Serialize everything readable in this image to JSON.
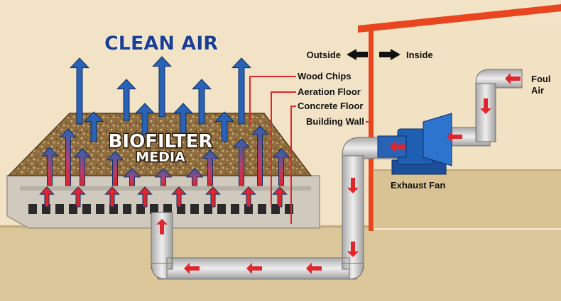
{
  "title": "CLEAN AIR",
  "media_label_line1": "BIOFILTER",
  "media_label_line2": "MEDIA",
  "direction": {
    "outside": "Outside",
    "inside": "Inside"
  },
  "labels": {
    "wood_chips": "Wood Chips",
    "aeration_floor": "Aeration Floor",
    "concrete_floor": "Concrete Floor",
    "building_wall": "Building Wall",
    "exhaust_fan": "Exhaust Fan",
    "foul_air_line1": "Foul",
    "foul_air_line2": "Air"
  },
  "colors": {
    "sky": "#f3e3c6",
    "ground": "#dcc79a",
    "building_interior": "#f1e2c3",
    "building_wall": "#e9461f",
    "biofilter_media": "#8a6a3f",
    "concrete": "#cfc9be",
    "duct": "#c7c7c7",
    "fan": "#1f5fb3",
    "clean_air_arrow": "#2a62b5",
    "flow_arrow": "#e0262c"
  }
}
